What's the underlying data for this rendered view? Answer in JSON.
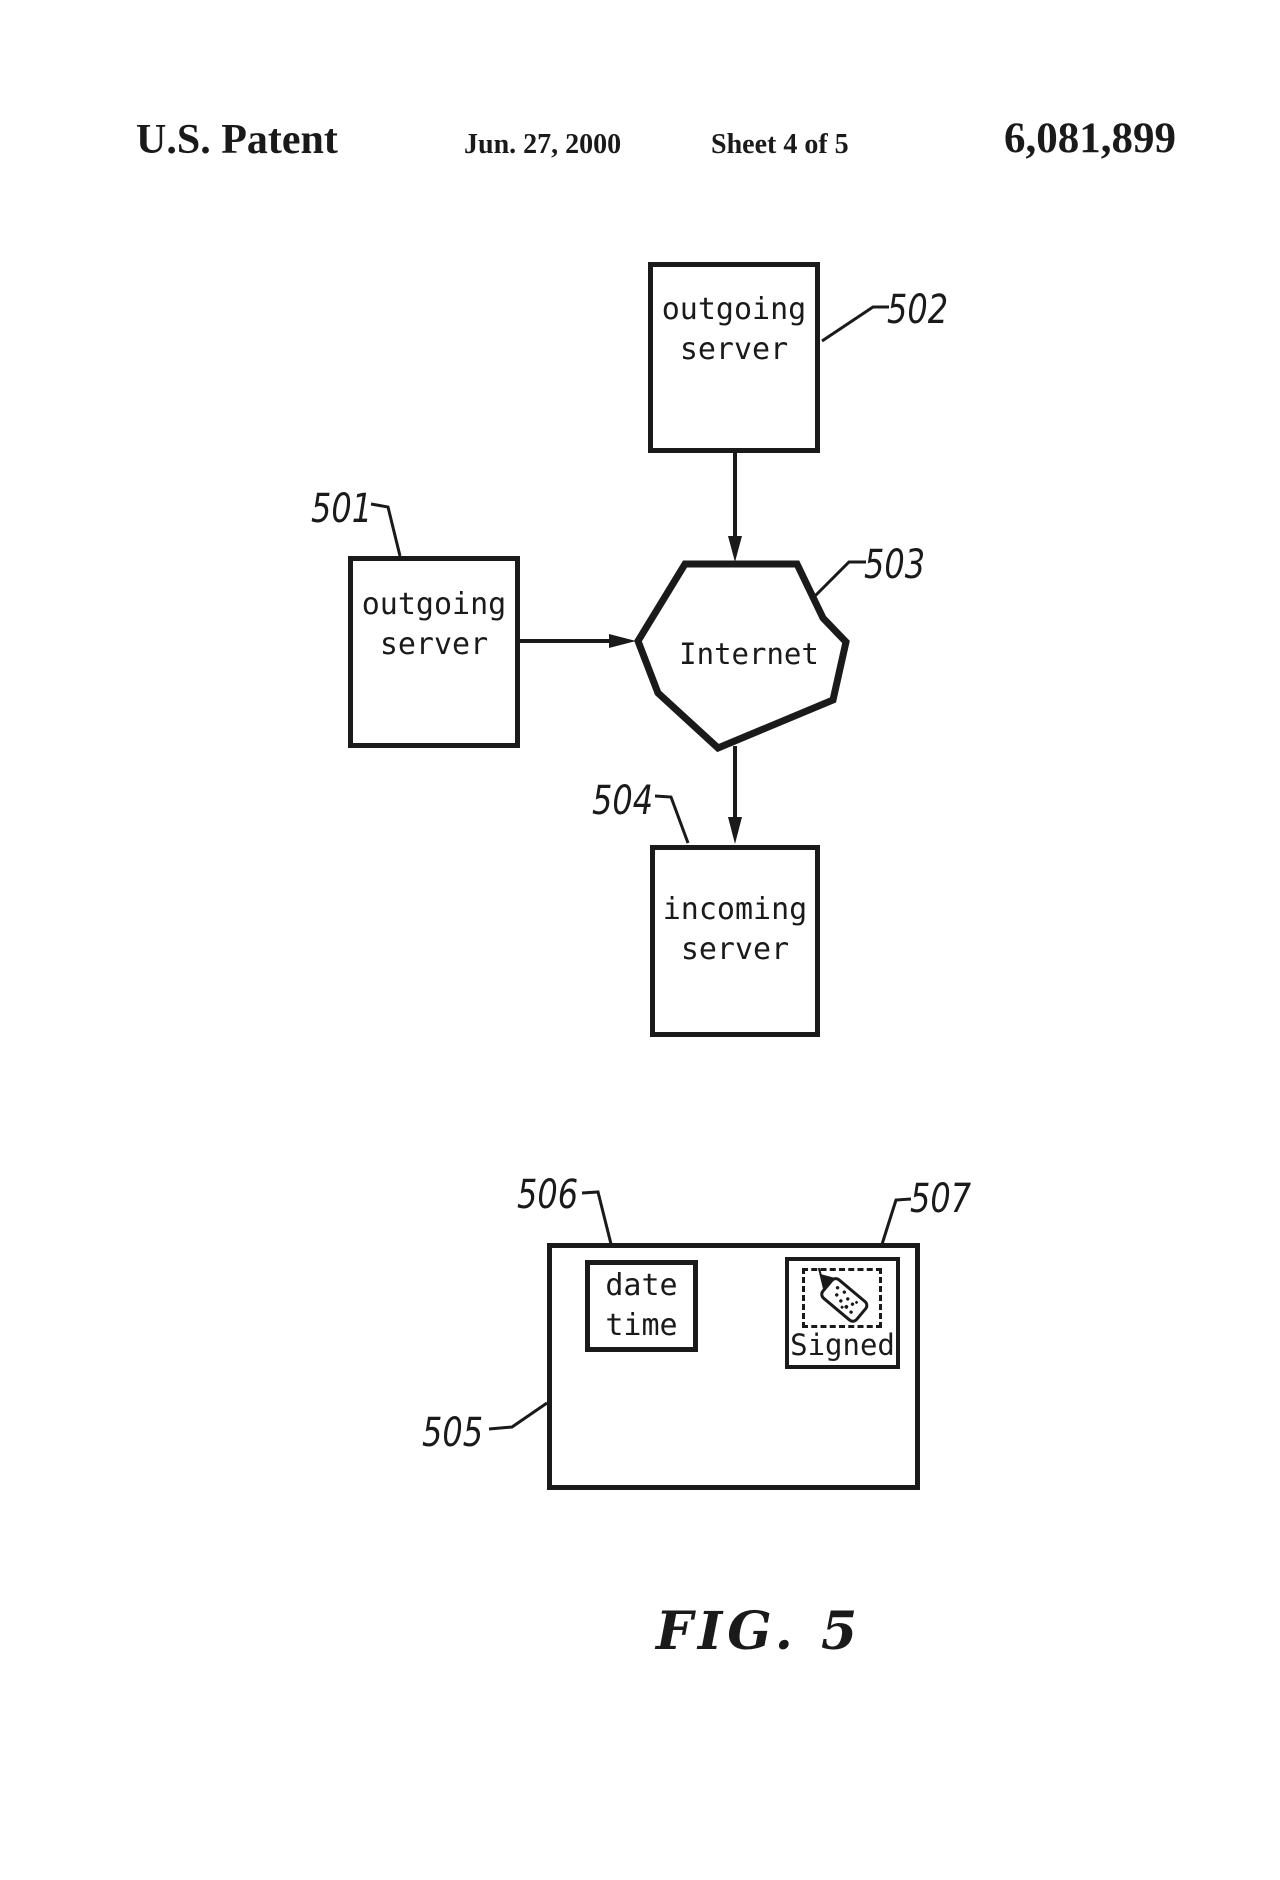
{
  "header": {
    "title": "U.S. Patent",
    "date": "Jun. 27, 2000",
    "sheet": "Sheet 4 of 5",
    "patent_number": "6,081,899"
  },
  "figure": {
    "caption": "FIG. 5"
  },
  "diagram": {
    "nodes": {
      "outgoing_server_top": {
        "label": "outgoing\nserver",
        "ref": "502"
      },
      "outgoing_server_left": {
        "label": "outgoing\nserver",
        "ref": "501"
      },
      "internet": {
        "label": "Internet",
        "ref": "503"
      },
      "incoming_server": {
        "label": "incoming\nserver",
        "ref": "504"
      },
      "message_envelope": {
        "ref": "505"
      },
      "date_time_stamp": {
        "label": "date\ntime",
        "ref": "506"
      },
      "signature_stamp": {
        "label": "Signed",
        "ref": "507"
      }
    },
    "icons": {
      "signature_stamp_icon": "tilted signed-tag glyph with pen nib and speckles"
    },
    "colors": {
      "ink": "#1a1a1a",
      "background": "#ffffff"
    }
  }
}
